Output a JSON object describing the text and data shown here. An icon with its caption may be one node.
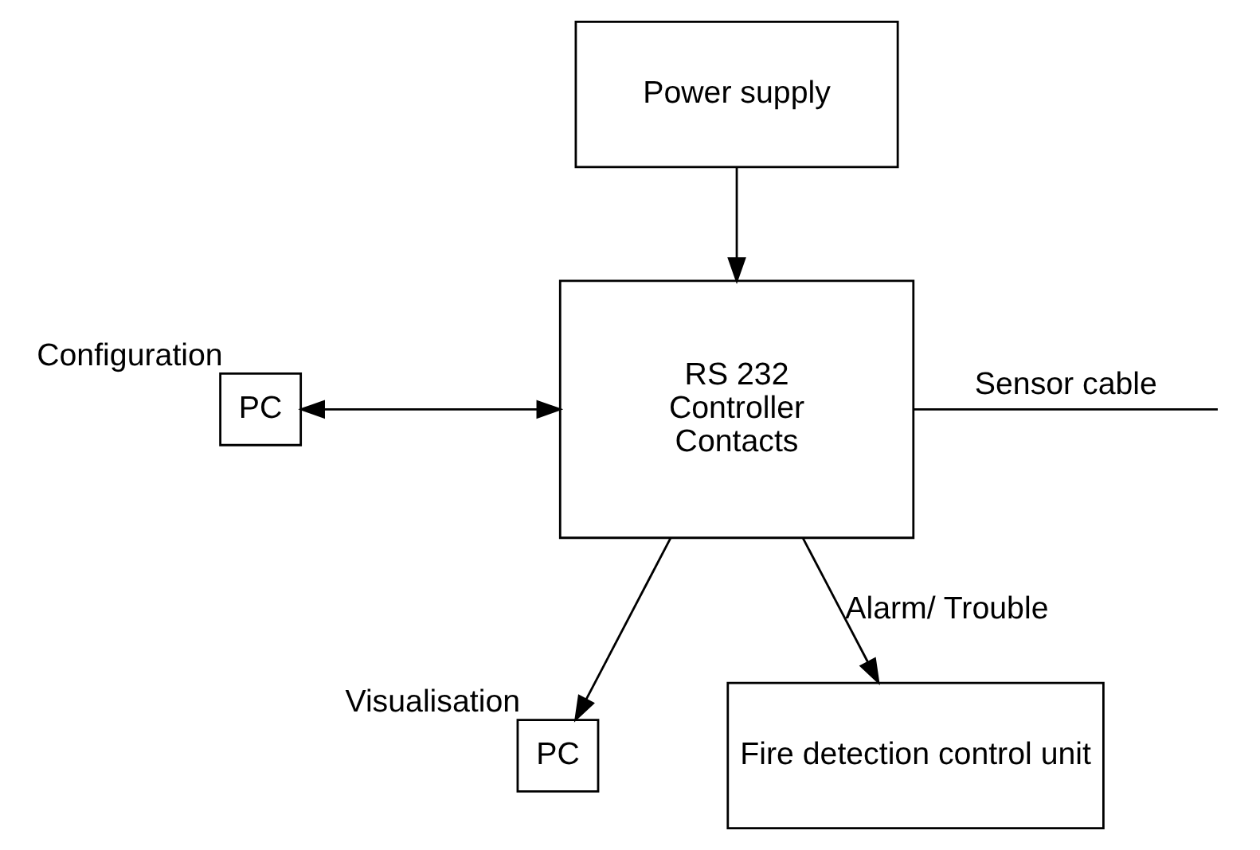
{
  "diagram": {
    "nodes": [
      {
        "text": [
          "Power supply"
        ]
      },
      {
        "text": [
          "PC"
        ],
        "beside": [
          "Configuration"
        ]
      },
      {
        "text": [
          "RS 232",
          "Controller",
          "Contacts"
        ]
      },
      {
        "text": [
          "PC"
        ],
        "beside": [
          "Visualisation"
        ]
      },
      {
        "text": [
          "Fire detection control unit"
        ]
      }
    ],
    "edges": [
      {
        "from": 0,
        "to": 2,
        "arrow": "to"
      },
      {
        "from": 1,
        "to": 2,
        "arrow": "both"
      },
      {
        "from": 2,
        "to": 3,
        "arrow": "to"
      },
      {
        "from": 2,
        "to": null,
        "arrow": "none",
        "label": "Sensor cable"
      },
      {
        "from": 2,
        "to": 4,
        "arrow": "to",
        "label": "Alarm/ Trouble"
      }
    ]
  }
}
